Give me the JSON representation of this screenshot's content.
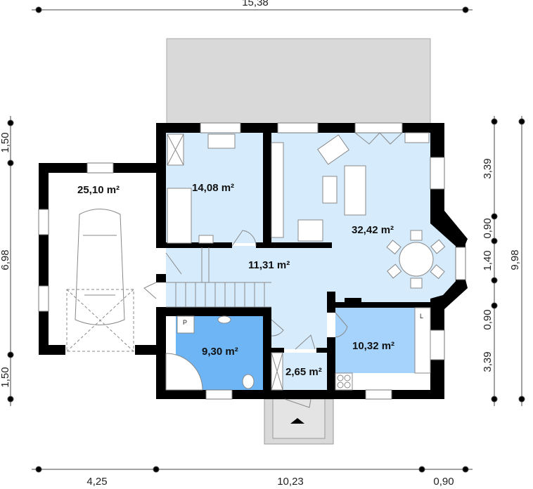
{
  "plan": {
    "dimensions": {
      "top_total": "15,38",
      "bottom": [
        "4,25",
        "10,23",
        "0,90"
      ],
      "left": [
        "1,50",
        "6,98",
        "1,50"
      ],
      "right_segments": [
        "3,39",
        "0,90",
        "1,40",
        "0,90",
        "3,39"
      ],
      "right_total": "9,98"
    },
    "rooms": {
      "garage": "25,10 m²",
      "bedroom": "14,08 m²",
      "living": "32,42 m²",
      "hall": "11,31 m²",
      "bathroom": "9,30 m²",
      "vestibule": "2,65 m²",
      "kitchen": "10,32 m²"
    },
    "fixture_labels": {
      "bath_p": "P",
      "kitchen_l": "L"
    },
    "colors": {
      "room": "#d6ecfd",
      "bathroom": "#6db5f5",
      "kitchen": "#a6d3fb",
      "wall": "#000000",
      "terrace": "#d9d9d9"
    }
  }
}
